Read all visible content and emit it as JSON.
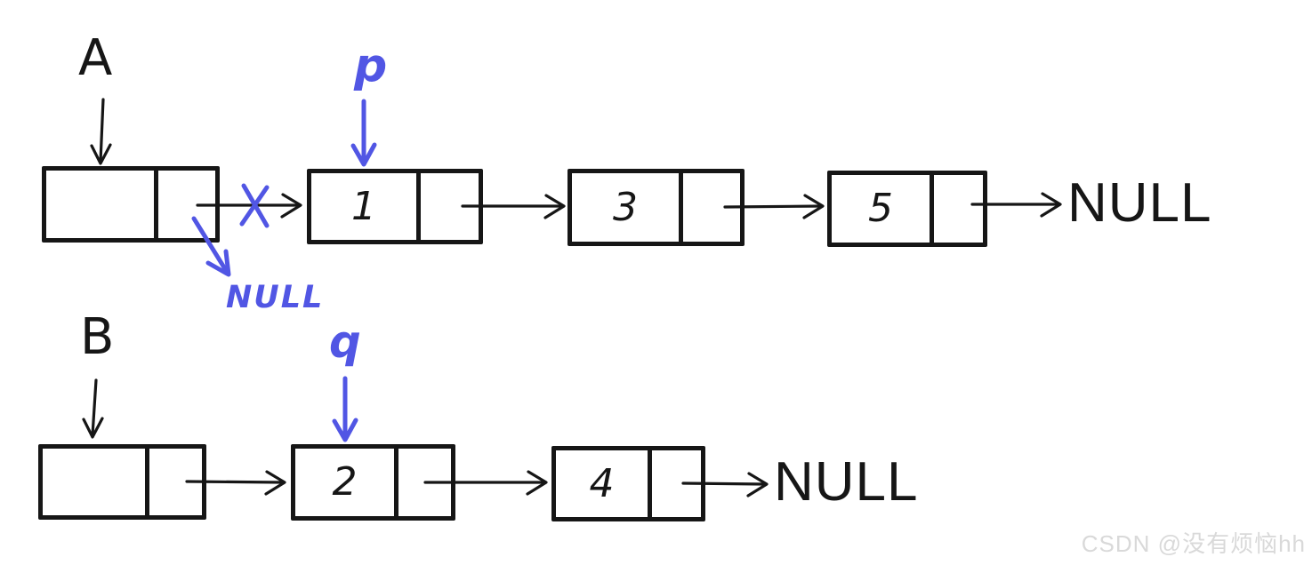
{
  "colors": {
    "ink": "#161616",
    "annotation_blue": "#5156e4",
    "watermark_gray": "#d9d9d9"
  },
  "list_a": {
    "label": "A",
    "pointer": {
      "label": "p"
    },
    "severed_next_label": "NULL",
    "head": {
      "value": ""
    },
    "nodes": [
      {
        "value": "1"
      },
      {
        "value": "3"
      },
      {
        "value": "5"
      }
    ],
    "terminator": "NULL"
  },
  "list_b": {
    "label": "B",
    "pointer": {
      "label": "q"
    },
    "head": {
      "value": ""
    },
    "nodes": [
      {
        "value": "2"
      },
      {
        "value": "4"
      }
    ],
    "terminator": "NULL"
  },
  "watermark": {
    "text": "CSDN @没有烦恼hh"
  }
}
